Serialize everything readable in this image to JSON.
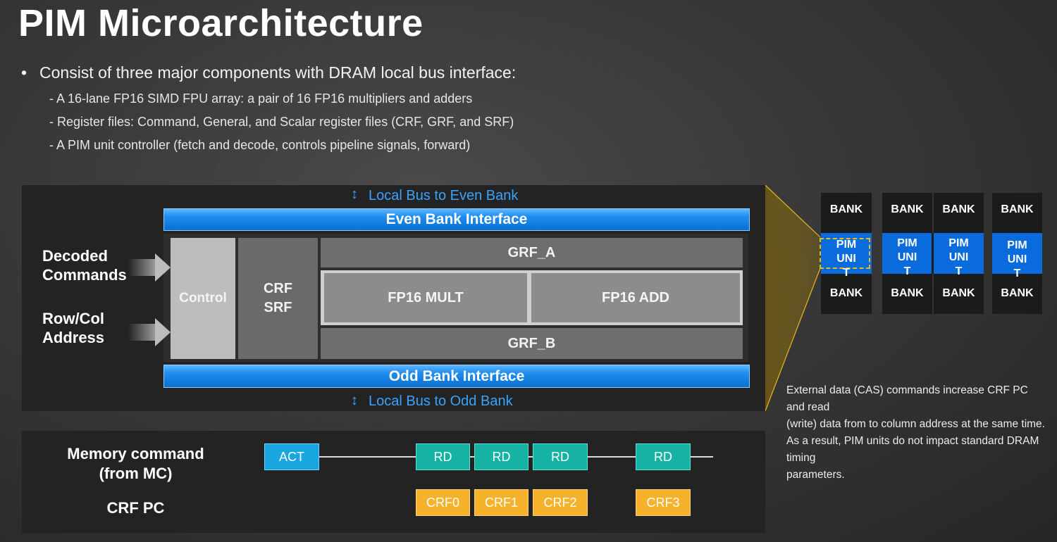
{
  "title": "PIM Microarchitecture",
  "bullet": "Consist of three major components with DRAM local bus interface:",
  "subitems": [
    "- A 16-lane FP16 SIMD FPU array: a pair of 16 FP16 multipliers and adders",
    "- Register files: Command, General, and Scalar register files (CRF, GRF, and SRF)",
    "- A PIM unit controller (fetch and decode, controls pipeline signals, forward)"
  ],
  "diagram": {
    "bus_top": "Local Bus to Even Bank",
    "bus_bottom": "Local Bus to Odd Bank",
    "even_interface": "Even Bank Interface",
    "odd_interface": "Odd Bank Interface",
    "input1": "Decoded Commands",
    "input1_line1": "Decoded",
    "input1_line2": "Commands",
    "input2_line1": "Row/Col",
    "input2_line2": "Address",
    "control": "Control",
    "crf": "CRF",
    "srf": "SRF",
    "grf_a": "GRF_A",
    "grf_b": "GRF_B",
    "mult": "FP16 MULT",
    "add": "FP16 ADD"
  },
  "banks": {
    "bank_label": "BANK",
    "pim_line1": "PIM",
    "pim_line2": "UNI",
    "pim_line3": "T"
  },
  "description": [
    "External data (CAS) commands increase CRF PC and read",
    "(write) data from to column address at the same time.",
    "As a result, PIM units do not impact standard DRAM timing",
    "parameters."
  ],
  "timeline": {
    "mem_label_line1": "Memory command",
    "mem_label_line2": "(from MC)",
    "crf_label": "CRF PC",
    "commands": [
      "ACT",
      "RD",
      "RD",
      "RD",
      "RD"
    ],
    "crf": [
      "CRF0",
      "CRF1",
      "CRF2",
      "CRF3"
    ]
  },
  "colors": {
    "interface_blue": "#1f8ef0",
    "bus_text_blue": "#3aa3ff",
    "act": "#1aa6e0",
    "rd": "#16b3a4",
    "crf": "#f5b22a",
    "highlight": "#e8b81c"
  }
}
